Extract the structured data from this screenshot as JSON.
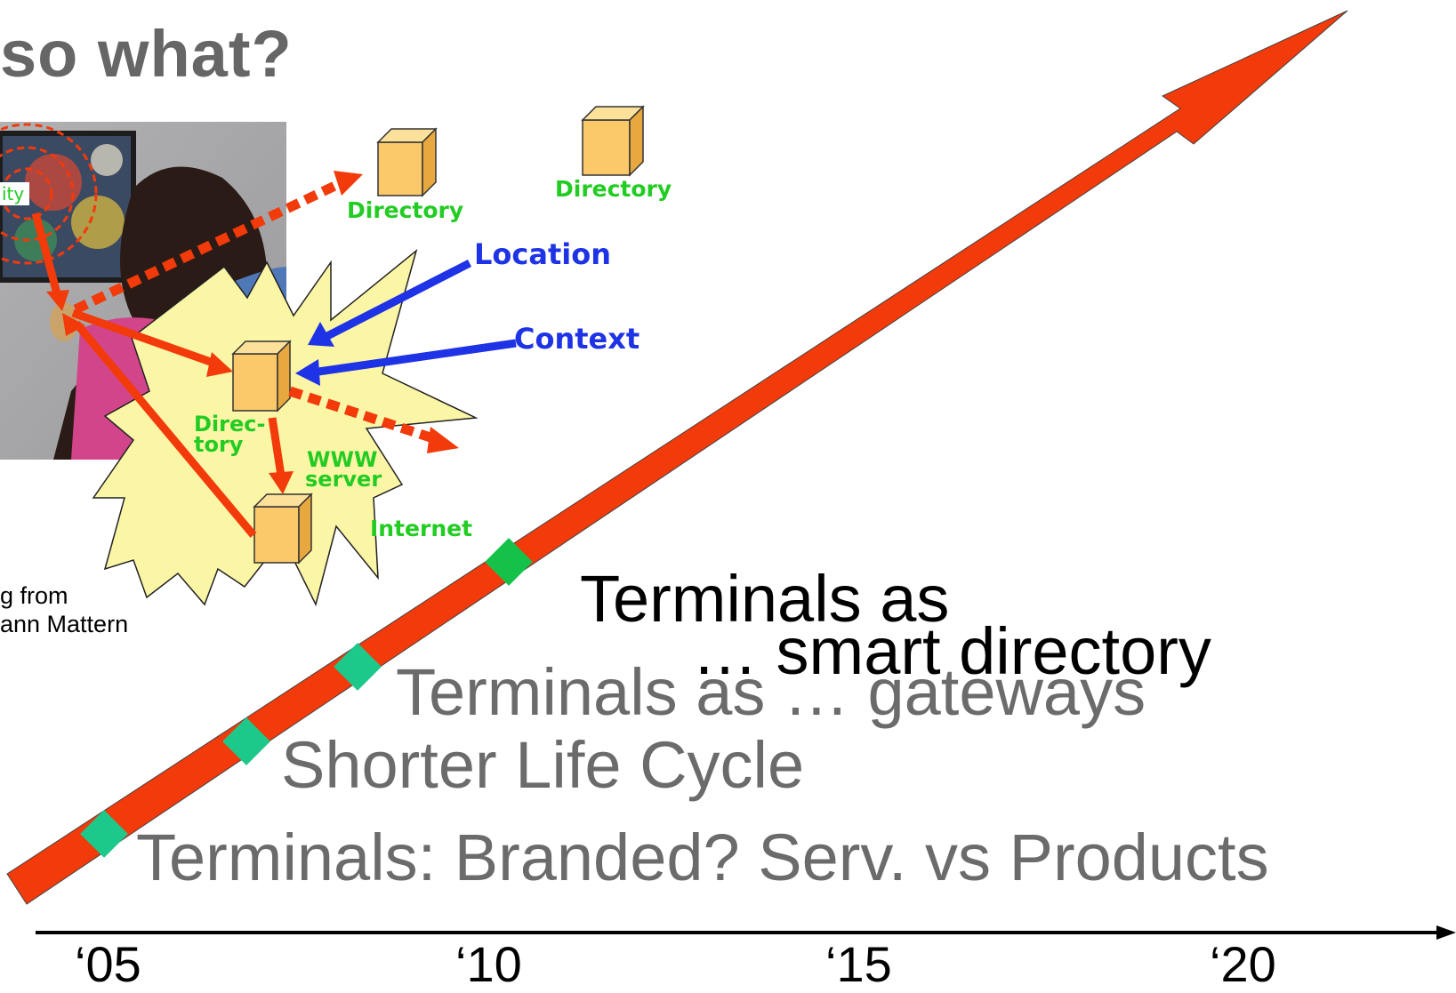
{
  "title": "so what?",
  "credit": {
    "line1": "g from",
    "line2": "ann Mattern"
  },
  "diagram": {
    "tag": "ity",
    "directory_top": "Directory",
    "directory_right": "Directory",
    "location": "Location",
    "context": "Context",
    "directory_center_1": "Direc-",
    "directory_center_2": "tory",
    "www_1": "WWW",
    "www_2": "server",
    "internet": "Internet"
  },
  "milestones": [
    {
      "text": "Terminals as",
      "style": "dark"
    },
    {
      "text": "… smart directory",
      "style": "dark"
    },
    {
      "text": "Terminals as … gateways",
      "style": "grey"
    },
    {
      "text": "Shorter Life Cycle",
      "style": "grey"
    },
    {
      "text": "Terminals: Branded? Serv. vs Products",
      "style": "grey"
    }
  ],
  "timeline": {
    "ticks": [
      "‘05",
      "‘10",
      "‘15",
      "‘20"
    ]
  },
  "colors": {
    "arrow": "#f23a0a",
    "marker_dark": "#14c24a",
    "marker_light": "#1cc98a",
    "directory_label": "#22cc22",
    "blue_label": "#1e32e6",
    "starburst": "#fbf5a6",
    "cube": "#fbc96a",
    "title": "#666666",
    "grey_text": "#6b6b6b"
  }
}
